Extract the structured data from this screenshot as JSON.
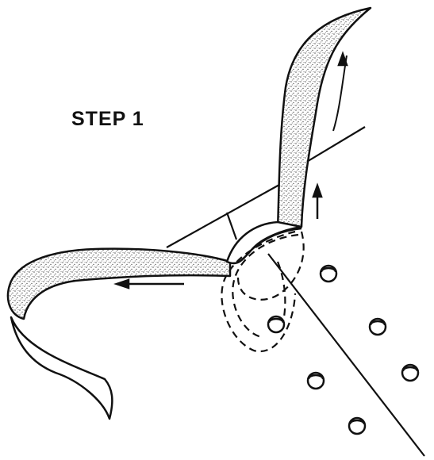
{
  "diagram": {
    "step_label": "STEP 1",
    "colors": {
      "ink": "#111111",
      "stipple": "#6b6b6b",
      "paper": "#ffffff"
    },
    "parts": [
      "upper-strip",
      "left-strip",
      "folded-tab",
      "panel-edge-line",
      "hinge-loop",
      "dashed-motion-paths",
      "direction-arrows",
      "rivet-holes"
    ]
  }
}
